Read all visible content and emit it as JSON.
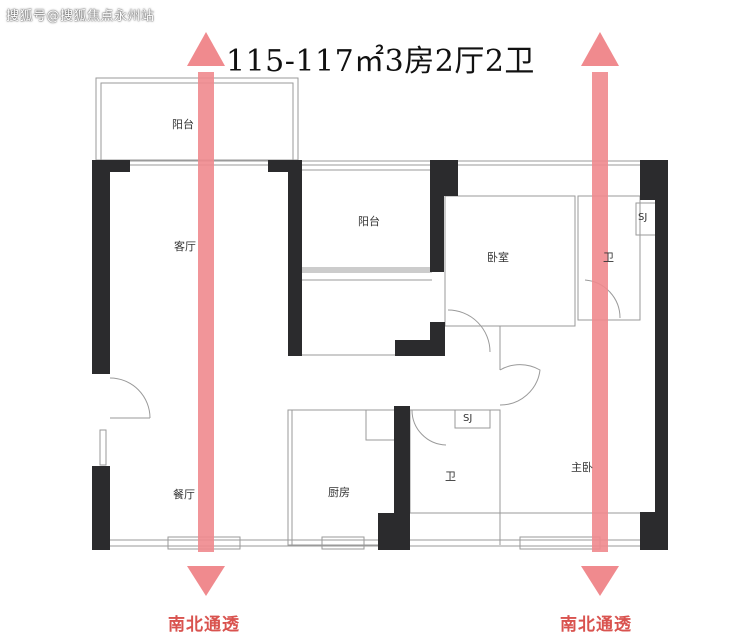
{
  "watermark": "搜狐号@搜狐焦点永州站",
  "title": "115-117㎡3房2厅2卫",
  "rooms": {
    "balcony_top": "阳台",
    "living_room": "客厅",
    "balcony_mid": "阳台",
    "bedroom": "卧室",
    "bath_right": "卫",
    "dining_room": "餐厅",
    "kitchen": "厨房",
    "bath_center": "卫",
    "master_bedroom": "主卧"
  },
  "fixtures": {
    "sj_right": "SJ",
    "sj_center": "SJ"
  },
  "axis_labels": {
    "left": "南北通透",
    "right": "南北通透"
  },
  "colors": {
    "arrow": "#f08a8e",
    "wall": "#2b2b2d",
    "line": "#9a9a9a",
    "axis_text": "#d9534f"
  }
}
